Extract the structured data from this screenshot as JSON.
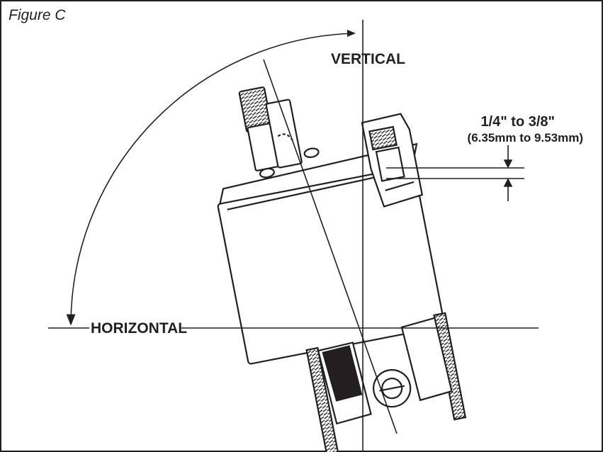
{
  "figure": {
    "title": "Figure C",
    "labels": {
      "vertical": "VERTICAL",
      "horizontal": "HORIZONTAL",
      "measurement_imperial": "1/4\" to 3/8\"",
      "measurement_metric": "(6.35mm to 9.53mm)"
    },
    "colors": {
      "ink": "#231f20",
      "background": "#ffffff"
    }
  }
}
